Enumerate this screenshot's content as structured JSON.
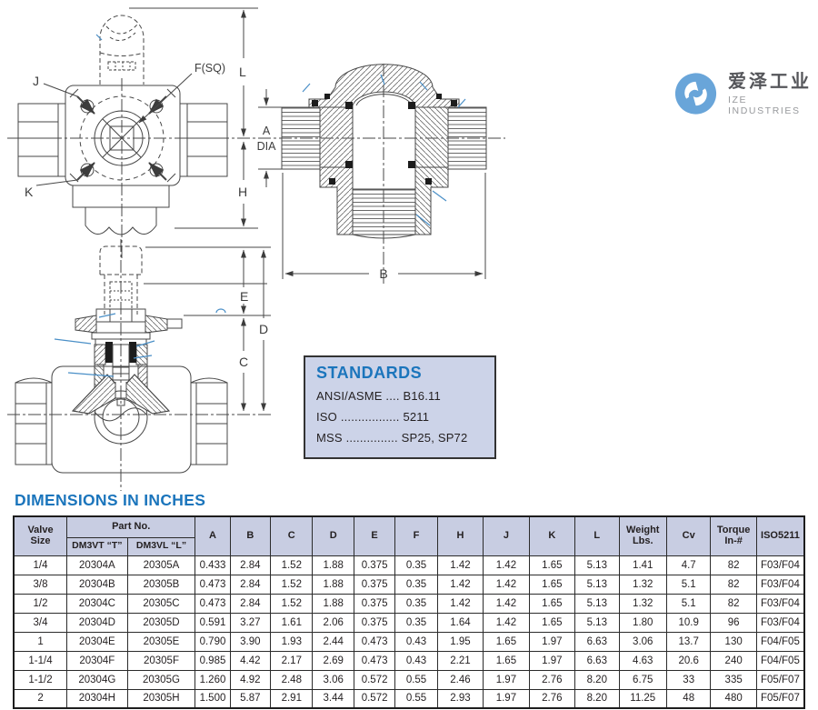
{
  "logo": {
    "name_cn": "爱泽工业",
    "name_en": "IZE INDUSTRIES"
  },
  "standards": {
    "title": "STANDARDS",
    "items": [
      {
        "label": "ANSI/ASME",
        "dots": "....",
        "value": "B16.11"
      },
      {
        "label": "ISO",
        "dots": ".................",
        "value": "5211"
      },
      {
        "label": "MSS",
        "dots": "...............",
        "value": "SP25, SP72"
      }
    ]
  },
  "drawings": {
    "top_view": {
      "label_j": "J",
      "label_k": "K",
      "label_f": "F(SQ)",
      "dim_l": "L",
      "dim_h": "H"
    },
    "section_view": {
      "dim_a": "A",
      "dim_a2": "DIA",
      "dim_b": "B"
    },
    "side_view": {
      "dim_e": "E",
      "dim_d": "D",
      "dim_c": "C"
    }
  },
  "section_title": "DIMENSIONS IN INCHES",
  "table": {
    "headers": {
      "valve_size_line1": "Valve",
      "valve_size_line2": "Size",
      "part_no": "Part No.",
      "part_sub_t": "DM3VT “T”",
      "part_sub_l": "DM3VL “L”",
      "dim_cols": [
        "A",
        "B",
        "C",
        "D",
        "E",
        "F",
        "H",
        "J",
        "K",
        "L"
      ],
      "weight_line1": "Weight",
      "weight_line2": "Lbs.",
      "cv": "Cv",
      "torque_line1": "Torque",
      "torque_line2": "In-#",
      "iso": "ISO5211"
    },
    "rows": [
      [
        "1/4",
        "20304A",
        "20305A",
        "0.433",
        "2.84",
        "1.52",
        "1.88",
        "0.375",
        "0.35",
        "1.42",
        "1.42",
        "1.65",
        "5.13",
        "1.41",
        "4.7",
        "82",
        "F03/F04"
      ],
      [
        "3/8",
        "20304B",
        "20305B",
        "0.473",
        "2.84",
        "1.52",
        "1.88",
        "0.375",
        "0.35",
        "1.42",
        "1.42",
        "1.65",
        "5.13",
        "1.32",
        "5.1",
        "82",
        "F03/F04"
      ],
      [
        "1/2",
        "20304C",
        "20305C",
        "0.473",
        "2.84",
        "1.52",
        "1.88",
        "0.375",
        "0.35",
        "1.42",
        "1.42",
        "1.65",
        "5.13",
        "1.32",
        "5.1",
        "82",
        "F03/F04"
      ],
      [
        "3/4",
        "20304D",
        "20305D",
        "0.591",
        "3.27",
        "1.61",
        "2.06",
        "0.375",
        "0.35",
        "1.64",
        "1.42",
        "1.65",
        "5.13",
        "1.80",
        "10.9",
        "96",
        "F03/F04"
      ],
      [
        "1",
        "20304E",
        "20305E",
        "0.790",
        "3.90",
        "1.93",
        "2.44",
        "0.473",
        "0.43",
        "1.95",
        "1.65",
        "1.97",
        "6.63",
        "3.06",
        "13.7",
        "130",
        "F04/F05"
      ],
      [
        "1-1/4",
        "20304F",
        "20305F",
        "0.985",
        "4.42",
        "2.17",
        "2.69",
        "0.473",
        "0.43",
        "2.21",
        "1.65",
        "1.97",
        "6.63",
        "4.63",
        "20.6",
        "240",
        "F04/F05"
      ],
      [
        "1-1/2",
        "20304G",
        "20305G",
        "1.260",
        "4.92",
        "2.48",
        "3.06",
        "0.572",
        "0.55",
        "2.46",
        "1.97",
        "2.76",
        "8.20",
        "6.75",
        "33",
        "335",
        "F05/F07"
      ],
      [
        "2",
        "20304H",
        "20305H",
        "1.500",
        "5.87",
        "2.91",
        "3.44",
        "0.572",
        "0.55",
        "2.93",
        "1.97",
        "2.76",
        "8.20",
        "11.25",
        "48",
        "480",
        "F05/F07"
      ]
    ]
  },
  "colors": {
    "accent_blue": "#1b75bc",
    "table_header_bg": "#c8cde2",
    "standards_bg": "#ccd3e8",
    "logo_blue": "#69a5d9",
    "drawing_line": "#474747",
    "blue_tick": "#4a8fc7"
  }
}
